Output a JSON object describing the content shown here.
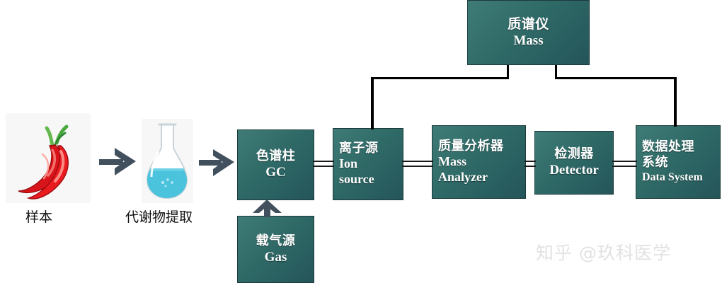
{
  "diagram": {
    "title_implicit": "GC-MS metabolomics workflow",
    "boxes": {
      "mass": {
        "cn": "质谱仪",
        "en": "Mass"
      },
      "gc": {
        "cn": "色谱柱",
        "en": "GC"
      },
      "gas": {
        "cn": "载气源",
        "en": "Gas"
      },
      "ion": {
        "cn": "离子源",
        "en_line1": "Ion",
        "en_line2": "source"
      },
      "analyzer": {
        "cn": "质量分析器",
        "en_line1": "Mass",
        "en_line2": "Analyzer"
      },
      "detector": {
        "cn": "检测器",
        "en": "Detector"
      },
      "data": {
        "cn_line1": "数据处理",
        "cn_line2": "系统",
        "en": "Data System"
      }
    },
    "captions": {
      "sample": "样本",
      "extraction": "代谢物提取"
    },
    "images": {
      "sample": "red-chili-peppers-image",
      "extraction": "blue-liquid-flask-image"
    },
    "arrows": {
      "sample_to_flask": "right-chevron-arrow",
      "flask_to_gc": "right-chevron-arrow",
      "gas_to_gc": "up-chevron-arrow"
    },
    "connectors": {
      "gc_ion": "double-line-connector",
      "ion_analyzer": "double-line-connector",
      "analyzer_detector": "double-line-connector",
      "detector_data": "double-line-connector",
      "mass_bracket": "black-bracket-connector"
    },
    "colors": {
      "box_fill": "#2f6a67",
      "box_border": "#1b3b3a",
      "box_text": "#ffffff",
      "arrow": "#41505c",
      "connector": "#1a1a1a",
      "flask_liquid": "#45bcd8",
      "pepper_red": "#e2181b",
      "pepper_stem": "#3f9b3a",
      "watermark": "#e2e2e2"
    }
  },
  "watermark": {
    "text": "知乎 @玖科医学"
  }
}
